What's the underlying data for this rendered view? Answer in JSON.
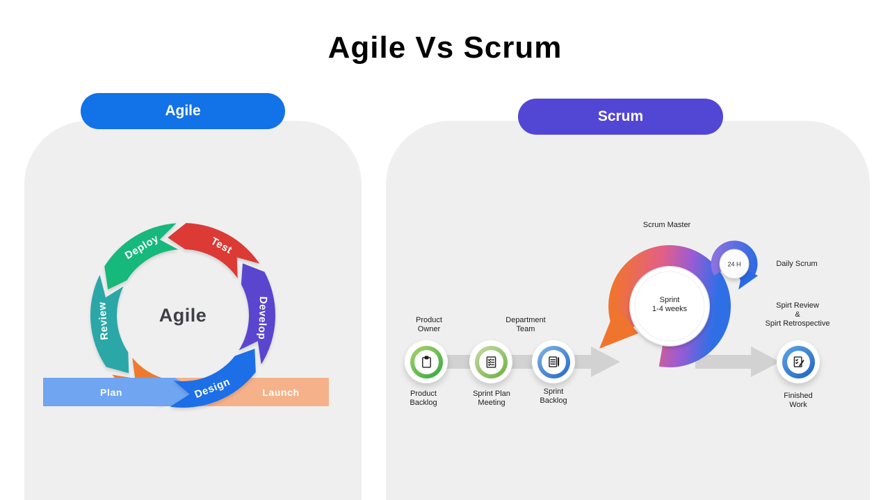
{
  "title": "Agile Vs Scrum",
  "agile_panel": {
    "header": "Agile",
    "center_label": "Agile",
    "ring": {
      "segments": [
        {
          "label": "Develop",
          "color": "#5A45CF",
          "a1": -28,
          "a2": 32,
          "overlay": false
        },
        {
          "label": "Design",
          "color": "#1C6FE6",
          "a1": 38,
          "a2": 98,
          "overlay": true
        },
        {
          "label": "",
          "color": "#EE7A2D",
          "a1": 104,
          "a2": 140,
          "overlay": false
        },
        {
          "label": "Review",
          "color": "#2BA7A7",
          "a1": 146,
          "a2": 206,
          "overlay": false
        },
        {
          "label": "Deploy",
          "color": "#17B87B",
          "a1": 212,
          "a2": 266,
          "overlay": false
        },
        {
          "label": "Test",
          "color": "#DC3A34",
          "a1": 272,
          "a2": 326,
          "overlay": false
        }
      ]
    },
    "bar": {
      "plan_label": "Plan",
      "plan_color": "#6FA5F1",
      "launch_label": "Launch",
      "launch_color": "#F5B28A"
    }
  },
  "scrum_panel": {
    "header": "Scrum",
    "steps": [
      {
        "top_label": "Product\nOwner",
        "bottom_label": "Product\nBacklog",
        "icon": "clipboard-icon"
      },
      {
        "top_label": "Department\nTeam",
        "bottom_label": "Sprint Plan\nMeeting",
        "icon": "checklist-icon"
      },
      {
        "top_label": "",
        "bottom_label": "Sprint\nBacklog",
        "icon": "document-pencil-icon"
      }
    ],
    "sprint_circle": {
      "label": "Sprint\n1-4 weeks"
    },
    "scrum_master_label": "Scrum Master",
    "daily_scrum": {
      "badge": "24 H",
      "label": "Daily Scrum"
    },
    "review_label": "Spirt Review\n&\nSpirt Retrospective",
    "finished": {
      "label": "Finished\nWork",
      "icon": "finished-work-icon"
    }
  },
  "colors": {
    "background": "#FFFFFF",
    "panel_background": "#EFEFF0",
    "agile_accent": "#1272E8",
    "scrum_accent": "#5247D5",
    "gray_arrow": "#D2D2D2",
    "swirl_gradient": [
      "#F0752C",
      "#E25F87",
      "#9A5BD4",
      "#2E6FE6"
    ],
    "daily_swirl_blue": "#2B6AE4",
    "title_color": "#000000",
    "label_color": "#1C1C1C"
  }
}
